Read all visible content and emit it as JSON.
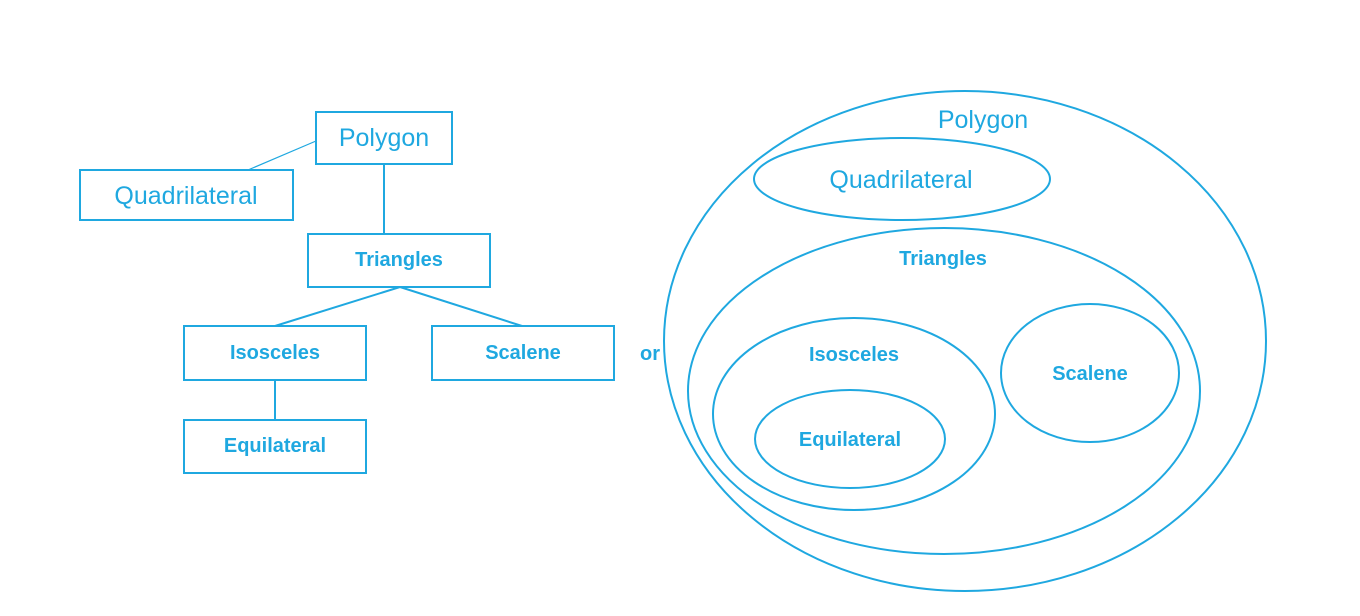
{
  "colors": {
    "stroke": "#1fa8e0",
    "text": "#1fa8e0",
    "background": "#ffffff"
  },
  "tree": {
    "polygon": "Polygon",
    "quadrilateral": "Quadrilateral",
    "triangles": "Triangles",
    "isosceles": "Isosceles",
    "scalene": "Scalene",
    "equilateral": "Equilateral"
  },
  "separator": "or",
  "venn": {
    "polygon": "Polygon",
    "quadrilateral": "Quadrilateral",
    "triangles": "Triangles",
    "isosceles": "Isosceles",
    "scalene": "Scalene",
    "equilateral": "Equilateral"
  }
}
